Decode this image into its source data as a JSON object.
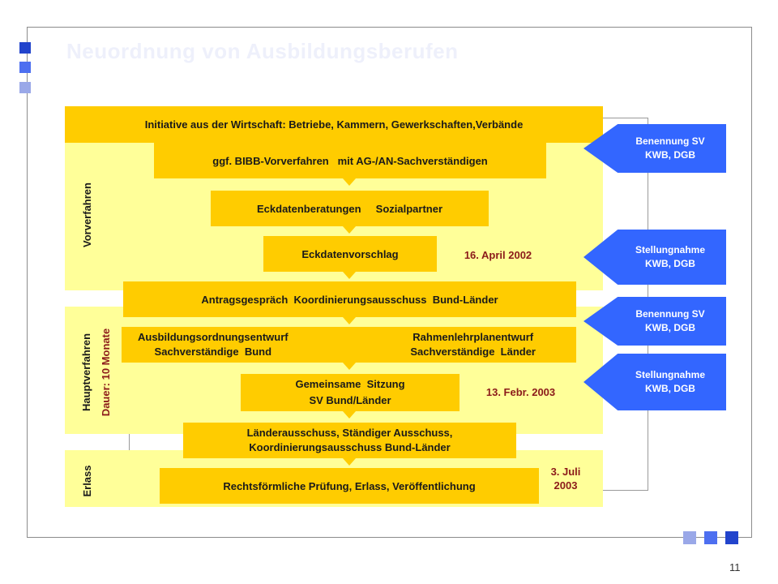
{
  "slide": {
    "title": "Neuordnung von Ausbildungsberufen",
    "page_number": "11"
  },
  "phases": {
    "vorverfahren": "Vorverfahren",
    "hauptverfahren": "Hauptverfahren",
    "hauptverfahren_dauer": "Dauer: 10 Monate",
    "erlass": "Erlass"
  },
  "steps": {
    "initiative": "Initiative aus der Wirtschaft: Betriebe, Kammern, Gewerkschaften,Verbände",
    "bibb": "ggf. BIBB-Vorverfahren   mit AG-/AN-Sachverständigen",
    "eckdatenberatungen": "Eckdatenberatungen     Sozialpartner",
    "eckdatenvorschlag": "Eckdatenvorschlag",
    "antragsgespraech": "Antragsgespräch  Koordinierungsausschuss  Bund-Länder",
    "ausbildung_line1": "Ausbildungsordnungsentwurf",
    "ausbildung_line2": "Sachverständige  Bund",
    "rahmen_line1": "Rahmenlehrplanentwurf",
    "rahmen_line2": "Sachverständige  Länder",
    "sitzung_line1": "Gemeinsame  Sitzung",
    "sitzung_line2": "SV Bund/Länder",
    "laender_line1": "Länderausschuss, Ständiger Ausschuss,",
    "laender_line2": "Koordinierungsausschuss Bund-Länder",
    "pruefung": "Rechtsförmliche Prüfung, Erlass, Veröffentlichung"
  },
  "dates": {
    "april": "16. April 2002",
    "febr": "13. Febr. 2003",
    "juli_line1": "3. Juli",
    "juli_line2": "2003"
  },
  "arrows": [
    {
      "line1": "Benennung SV",
      "line2": "KWB, DGB"
    },
    {
      "line1": "Stellungnahme",
      "line2": "KWB, DGB"
    },
    {
      "line1": "Benennung SV",
      "line2": "KWB, DGB"
    },
    {
      "line1": "Stellungnahme",
      "line2": "KWB, DGB"
    }
  ],
  "colors": {
    "phase_fill": "#ffff99",
    "step_fill": "#ffcc00",
    "arrow_fill": "#3366ff",
    "date_text": "#8b1a1a"
  }
}
